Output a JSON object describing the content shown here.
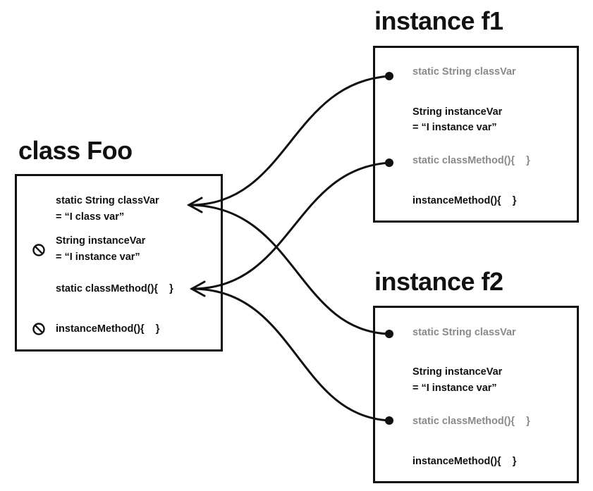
{
  "class_foo": {
    "title": "class Foo",
    "classvar_line1": "static String classVar",
    "classvar_line2": "= “I class var”",
    "instancevar_line1": "String instanceVar",
    "instancevar_line2": "= “I instance var”",
    "classmethod": "static classMethod(){    }",
    "instancemethod": "instanceMethod(){    }",
    "blocked_icon": "prohibited-icon"
  },
  "instance_f1": {
    "title": "instance f1",
    "classvar": "static String classVar",
    "instancevar_line1": "String instanceVar",
    "instancevar_line2": "= “I instance var”",
    "classmethod": "static classMethod(){    }",
    "instancemethod": "instanceMethod(){    }"
  },
  "instance_f2": {
    "title": "instance f2",
    "classvar": "static String classVar",
    "instancevar_line1": "String instanceVar",
    "instancevar_line2": "= “I instance var”",
    "classmethod": "static classMethod(){    }",
    "instancemethod": "instanceMethod(){    }"
  },
  "colors": {
    "ink": "#111111",
    "muted": "#8a8a8a"
  }
}
